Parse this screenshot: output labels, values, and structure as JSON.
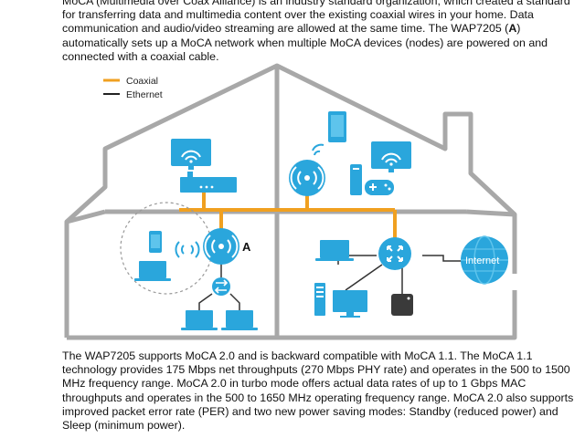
{
  "intro_paragraph": {
    "text_1": "MoCA (Multimedia over Coax Alliance) is an industry standard organization, which created a standard for transferring data and multimedia content over the existing coaxial wires in your home. Data communication and audio/video streaming are allowed at the same time. The WAP7205 (",
    "bold_label": "A",
    "text_2": ") automatically sets up a MoCA network when multiple MoCA devices (nodes) are powered on and connected with a coaxial cable."
  },
  "diagram": {
    "legend": [
      {
        "label": "Coaxial",
        "color": "#f0a020"
      },
      {
        "label": "Ethernet",
        "color": "#222222"
      }
    ],
    "node_a_label": "A",
    "internet_label": "Internet",
    "colors": {
      "house_outline": "#a8a8a8",
      "device_blue": "#2aa6dc",
      "device_blue_light": "#5ec4ec",
      "coax": "#f0a020"
    }
  },
  "body_paragraph": {
    "text": "The WAP7205 supports MoCA 2.0 and is backward compatible with MoCA 1.1. The MoCA 1.1 technology provides 175 Mbps net throughputs (270 Mbps PHY rate) and operates in the 500 to 1500 MHz frequency range. MoCA 2.0 in turbo mode offers actual data rates of up to 1 Gbps MAC throughputs and operates in the 500 to 1650 MHz operating frequency range. MoCA 2.0 also supports improved packet error rate (PER) and two new power saving modes: Standby (reduced power) and Sleep (minimum power)."
  }
}
